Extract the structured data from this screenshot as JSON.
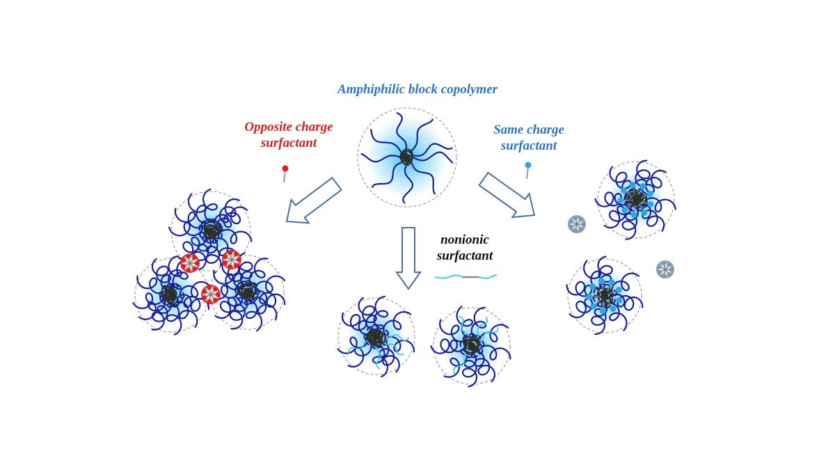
{
  "labels": {
    "title": "Amphiphilic block copolymer",
    "opposite_line1": "Opposite charge",
    "opposite_line2": "surfactant",
    "same_line1": "Same charge",
    "same_line2": "surfactant",
    "nonionic_line1": "nonionic",
    "nonionic_line2": "surfactant"
  },
  "colors": {
    "title": "#2e75c8",
    "opposite": "#d42020",
    "same": "#2e75c8",
    "nonionic": "#111111",
    "corona_chain": "#1a1f9e",
    "core": "#2a2f2c",
    "glow": "#29b7f0",
    "surfactant_red": "#e11d1d",
    "surfactant_blue": "#2aa8e0",
    "nonionic_hydrophile": "#35d0e8",
    "arrow_outline": "#4a6fa5"
  }
}
